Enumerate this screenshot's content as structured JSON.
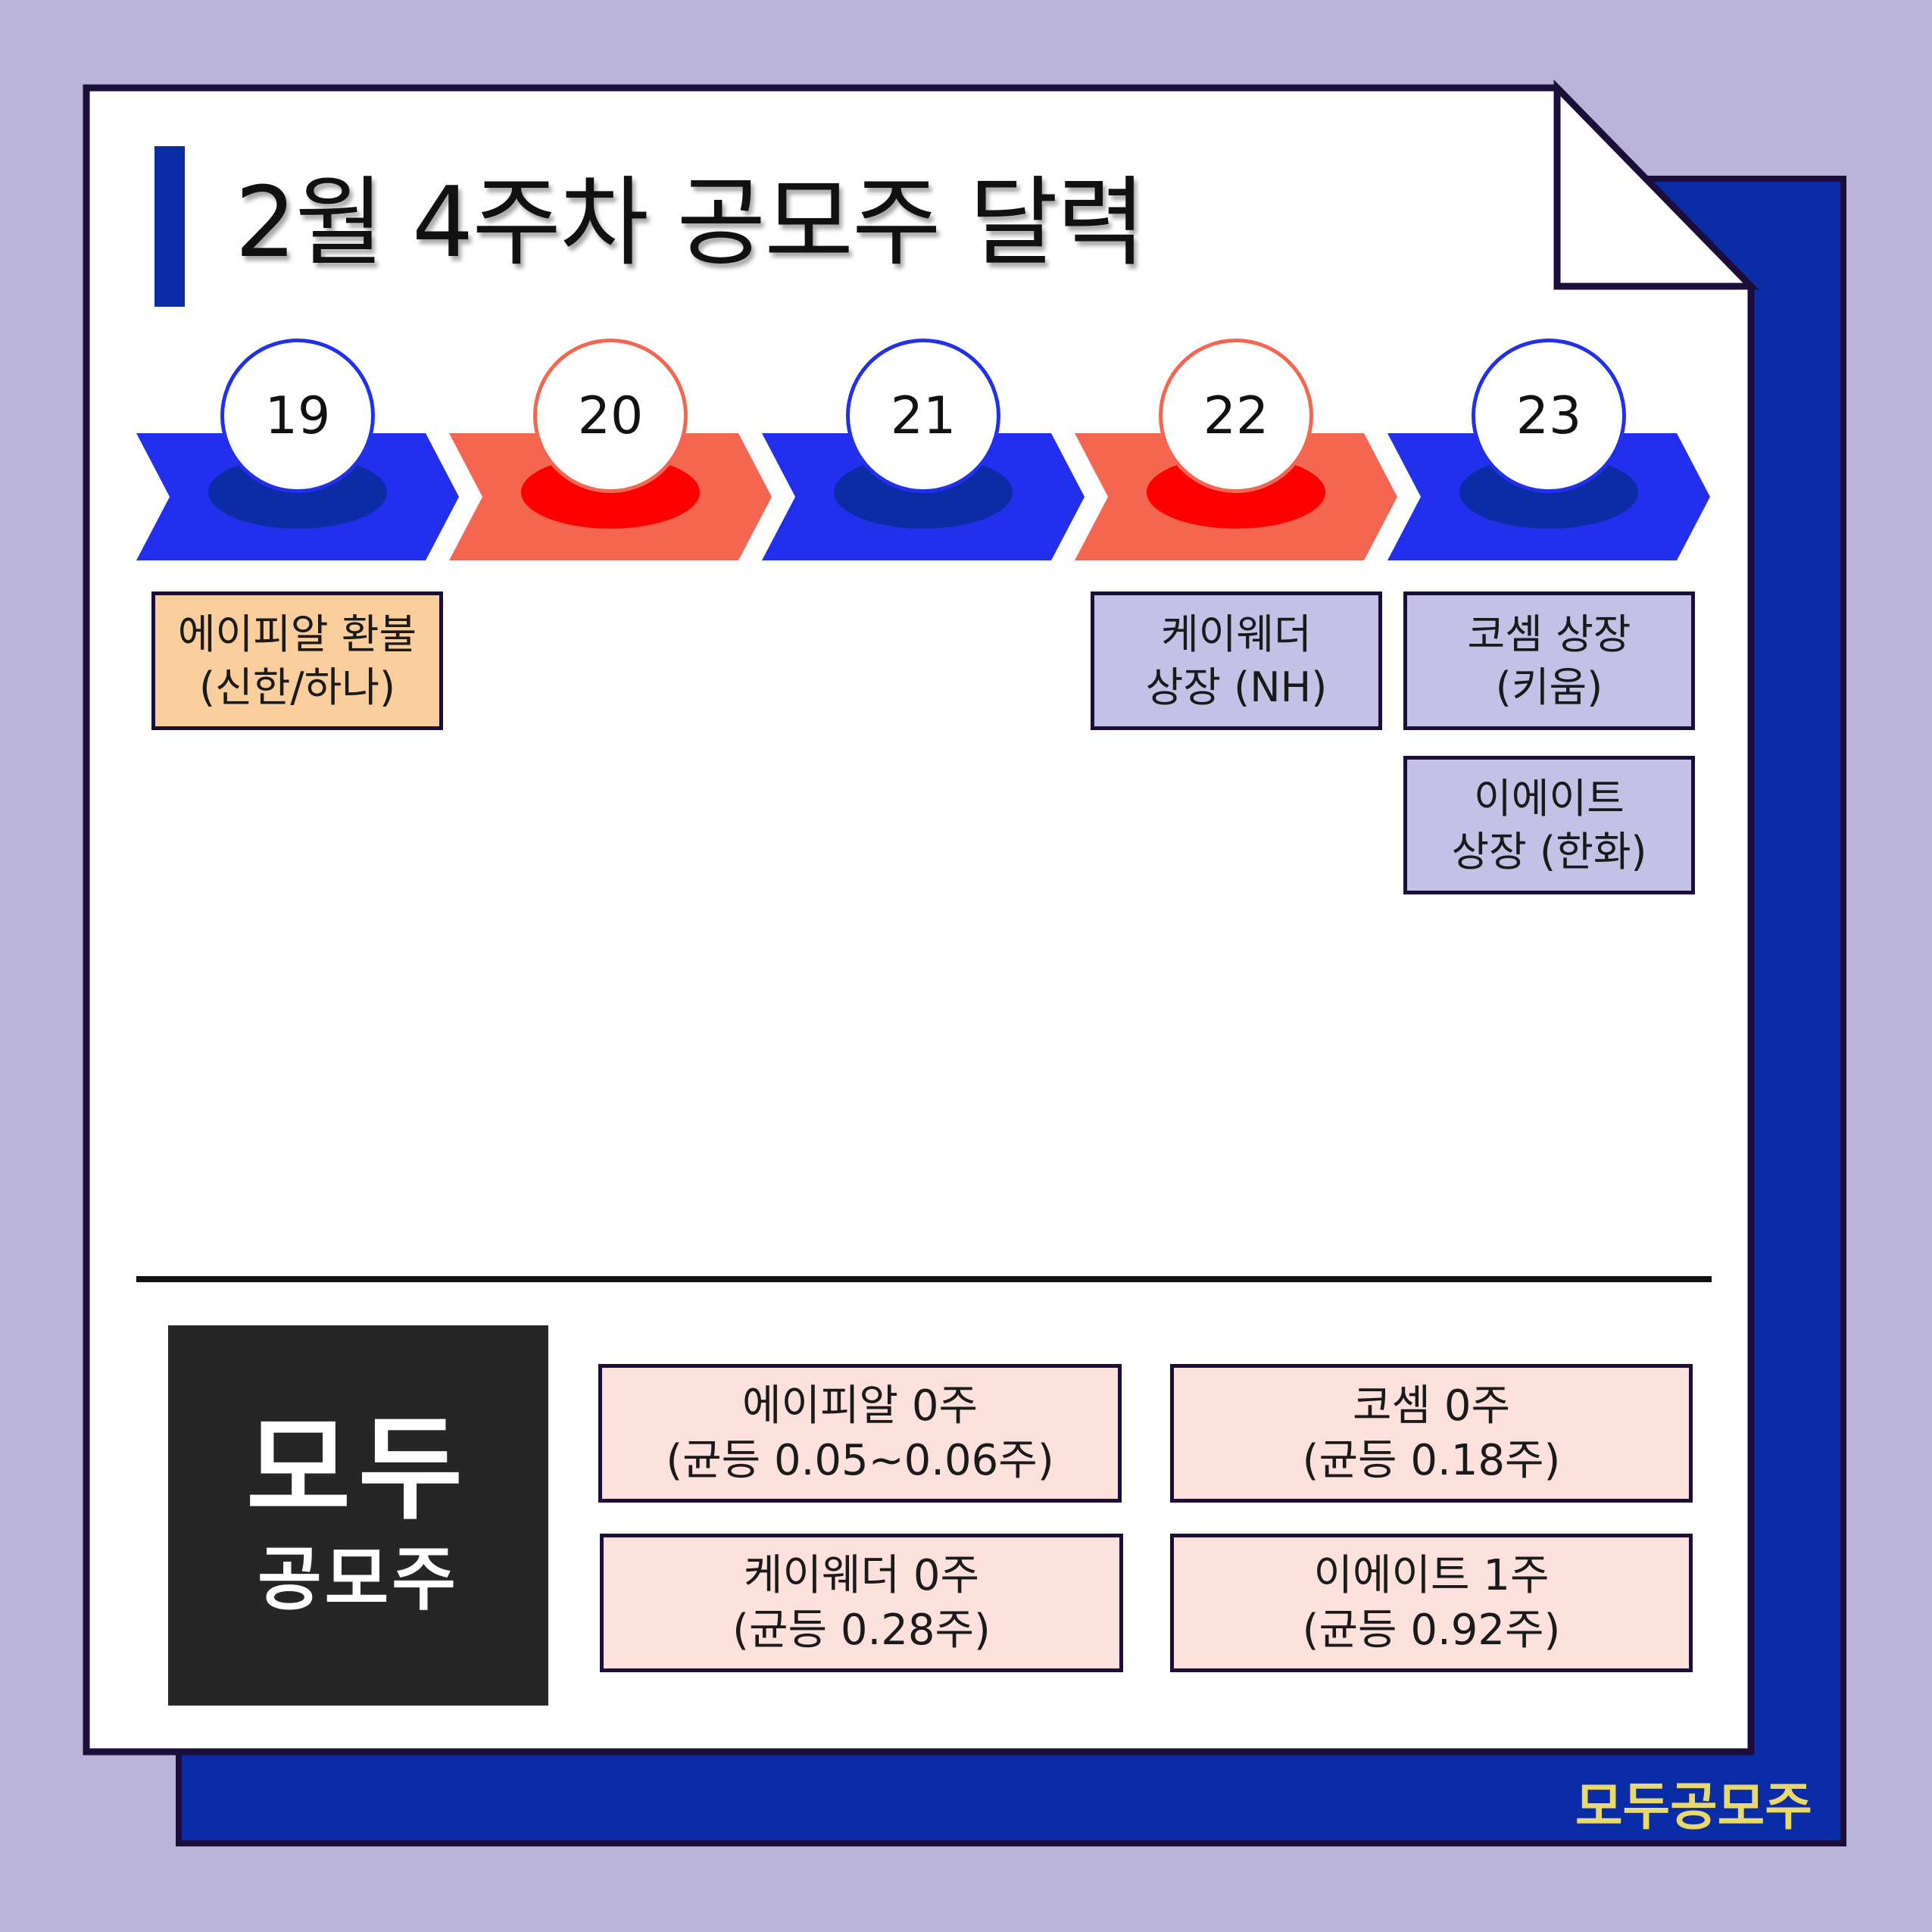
{
  "title": "2월 4주차 공모주 달력",
  "colors": {
    "background": "#bab3d8",
    "card": "#ffffff",
    "blue_chevron": "#2230ee",
    "red_chevron": "#f46650",
    "event_purple": "#c3c2e6",
    "event_orange": "#f9ce9c",
    "allocation_pink": "#fbe0dc",
    "brand_yellow": "#e8d96a"
  },
  "days": [
    {
      "label": "19",
      "theme": "blue"
    },
    {
      "label": "20",
      "theme": "red"
    },
    {
      "label": "21",
      "theme": "blue"
    },
    {
      "label": "22",
      "theme": "red"
    },
    {
      "label": "23",
      "theme": "blue"
    }
  ],
  "events": [
    {
      "day": "19",
      "line1": "에이피알 환불",
      "line2": "(신한/하나)",
      "color": "#f9ce9c"
    },
    {
      "day": "22",
      "line1": "케이웨더",
      "line2": "상장 (NH)",
      "color": "#c3c2e6"
    },
    {
      "day": "23",
      "line1": "코셈 상장",
      "line2": "(키움)",
      "color": "#c3c2e6"
    },
    {
      "day": "23",
      "line1": "이에이트",
      "line2": "상장 (한화)",
      "color": "#c3c2e6"
    }
  ],
  "logo": {
    "big": "모두",
    "small": "공모주"
  },
  "allocations": [
    {
      "line1": "에이피알 0주",
      "line2": "(균등 0.05~0.06주)"
    },
    {
      "line1": "코셈 0주",
      "line2": "(균등 0.18주)"
    },
    {
      "line1": "케이웨더 0주",
      "line2": "(균등 0.28주)"
    },
    {
      "line1": "이에이트 1주",
      "line2": "(균등 0.92주)"
    }
  ],
  "watermark": "모두공모주"
}
